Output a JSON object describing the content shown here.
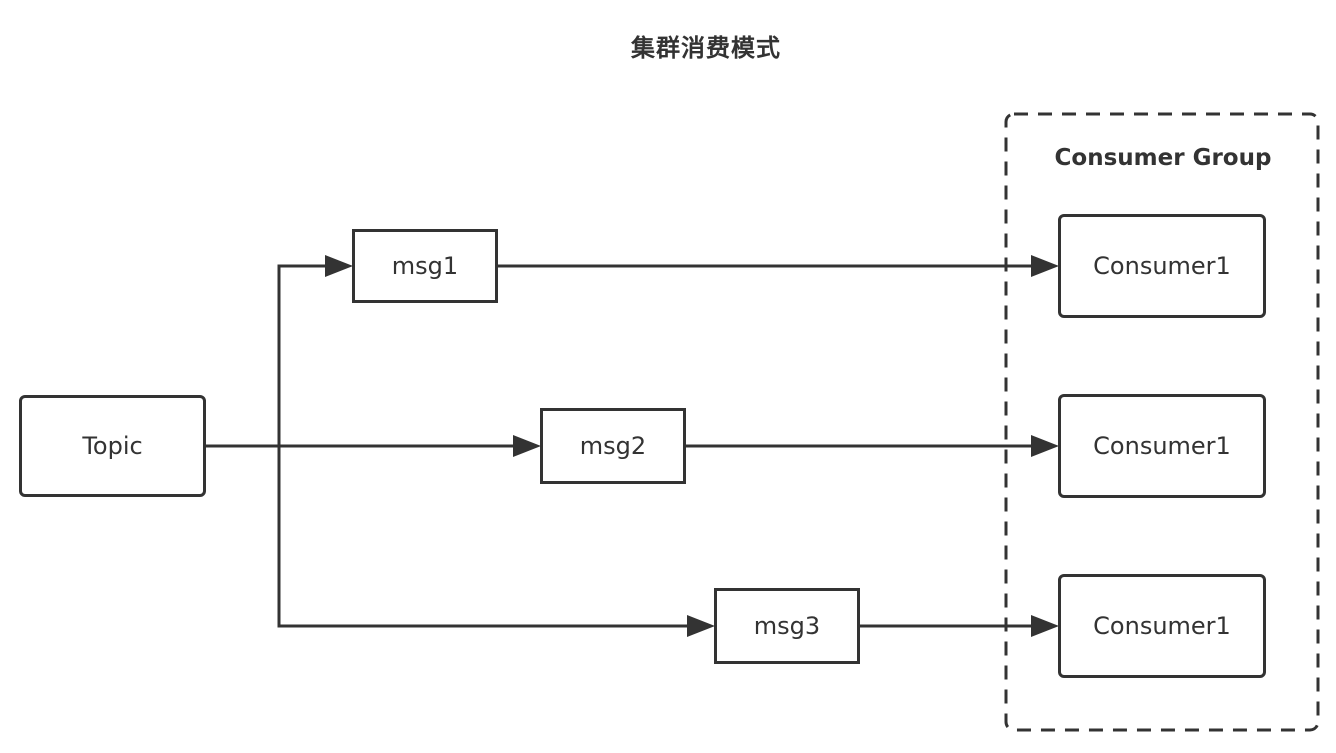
{
  "title": "集群消费模式",
  "topic": {
    "label": "Topic"
  },
  "messages": [
    {
      "label": "msg1"
    },
    {
      "label": "msg2"
    },
    {
      "label": "msg3"
    }
  ],
  "consumer_group": {
    "label": "Consumer Group",
    "consumers": [
      {
        "label": "Consumer1"
      },
      {
        "label": "Consumer1"
      },
      {
        "label": "Consumer1"
      }
    ]
  },
  "colors": {
    "stroke": "#333333",
    "background": "#ffffff"
  }
}
